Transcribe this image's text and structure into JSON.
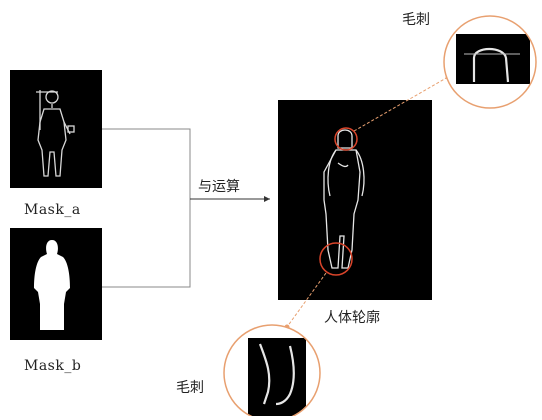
{
  "labels": {
    "mask_a": "Mask_a",
    "mask_b": "Mask_b",
    "and_op": "与运算",
    "contour": "人体轮廓",
    "burr_top": "毛刺",
    "burr_bottom": "毛刺"
  },
  "colors": {
    "panel": "#000000",
    "connector": "#888888",
    "arrow": "#333333",
    "highlight": "#d9442a",
    "callout_ring": "#e8a070",
    "contour_line": "#e6e6e6",
    "silhouette": "#ffffff"
  }
}
